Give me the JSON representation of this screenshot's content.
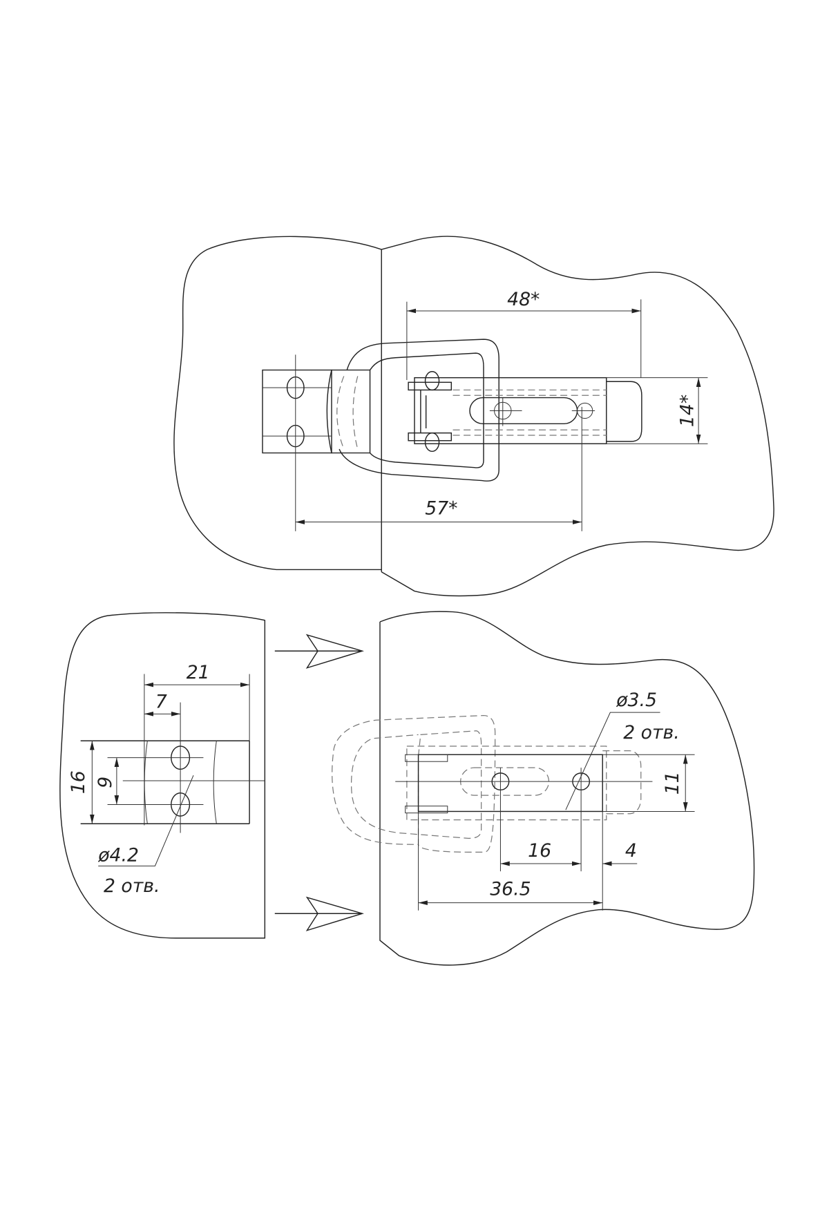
{
  "top_view": {
    "dim_48": "48*",
    "dim_14": "14*",
    "dim_57": "57*"
  },
  "bottom_left": {
    "dim_21": "21",
    "dim_7": "7",
    "dim_16": "16",
    "dim_9": "9",
    "hole_diameter": "ø4.2",
    "hole_count": "2 отв."
  },
  "bottom_right": {
    "hole_diameter": "ø3.5",
    "hole_count": "2 отв.",
    "dim_11": "11",
    "dim_16": "16",
    "dim_4": "4",
    "dim_36_5": "36.5"
  },
  "colors": {
    "line": "#222222",
    "hidden_line": "#777777",
    "background": "#ffffff"
  }
}
